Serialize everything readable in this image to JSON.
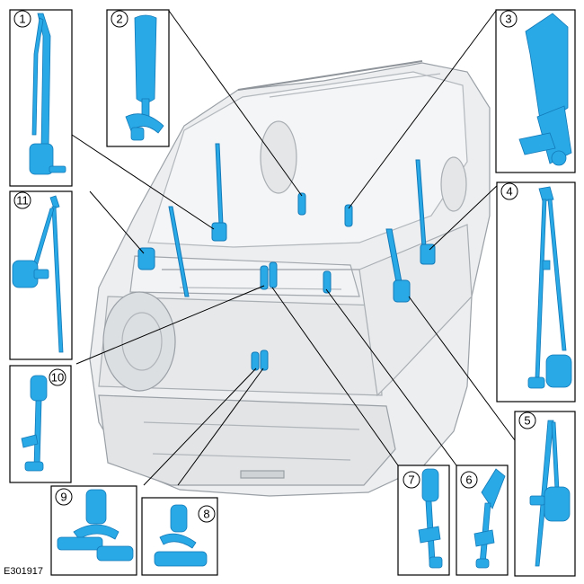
{
  "figure": {
    "id": "E301917"
  },
  "callouts": [
    {
      "number": "1",
      "component": "seat-belt"
    },
    {
      "number": "2",
      "component": "seat-belt-buckle"
    },
    {
      "number": "3",
      "component": "seat-belt-buckle"
    },
    {
      "number": "4",
      "component": "seat-belt"
    },
    {
      "number": "5",
      "component": "seat-belt"
    },
    {
      "number": "6",
      "component": "seat-belt-buckle"
    },
    {
      "number": "7",
      "component": "seat-belt-buckle"
    },
    {
      "number": "8",
      "component": "seat-belt-buckle"
    },
    {
      "number": "9",
      "component": "seat-belt-buckle"
    },
    {
      "number": "10",
      "component": "seat-belt-buckle"
    },
    {
      "number": "11",
      "component": "seat-belt"
    }
  ],
  "colors": {
    "part": "#29a9e6",
    "part_dark": "#1279b8",
    "vehicle_outline": "#9aa0a6",
    "vehicle_fill": "#e9ebed",
    "frame": "#000000"
  }
}
